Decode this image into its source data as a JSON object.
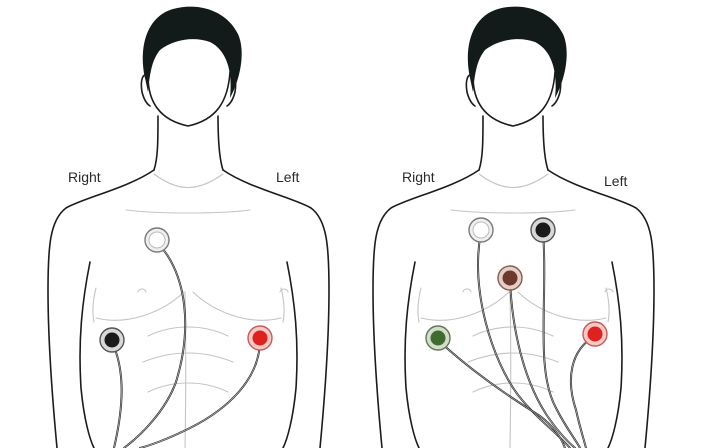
{
  "figures": [
    {
      "id": "three-lead",
      "right_label": "Right",
      "left_label": "Left",
      "electrodes": [
        {
          "name": "white",
          "color": "#ffffff"
        },
        {
          "name": "black",
          "color": "#1a1a1a"
        },
        {
          "name": "red",
          "color": "#e0221f"
        }
      ]
    },
    {
      "id": "five-lead",
      "right_label": "Right",
      "left_label": "Left",
      "electrodes": [
        {
          "name": "white",
          "color": "#ffffff"
        },
        {
          "name": "black",
          "color": "#1a1a1a"
        },
        {
          "name": "brown",
          "color": "#6b3a2c"
        },
        {
          "name": "green",
          "color": "#3f6b2f"
        },
        {
          "name": "red",
          "color": "#e0221f"
        }
      ]
    }
  ]
}
